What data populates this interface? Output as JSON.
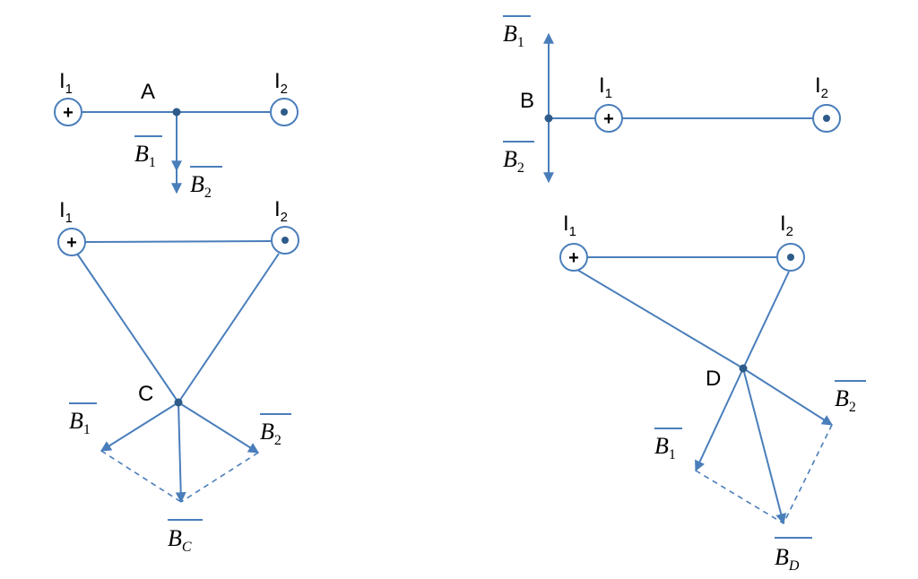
{
  "colors": {
    "line": "#4a7ebb",
    "point": "#2e5c8a",
    "text": "#000000"
  },
  "symbols": {
    "into_page": "+",
    "out_of_page": "dot"
  },
  "currents": {
    "i1": {
      "letter": "I",
      "sub": "1"
    },
    "i2": {
      "letter": "I",
      "sub": "2"
    }
  },
  "points": {
    "A": "A",
    "B": "B",
    "C": "C",
    "D": "D"
  },
  "vectors": {
    "b1": {
      "letter": "B",
      "sub": "1"
    },
    "b2": {
      "letter": "B",
      "sub": "2"
    },
    "bc": {
      "letter": "B",
      "sub": "C"
    },
    "bd": {
      "letter": "B",
      "sub": "D"
    }
  }
}
